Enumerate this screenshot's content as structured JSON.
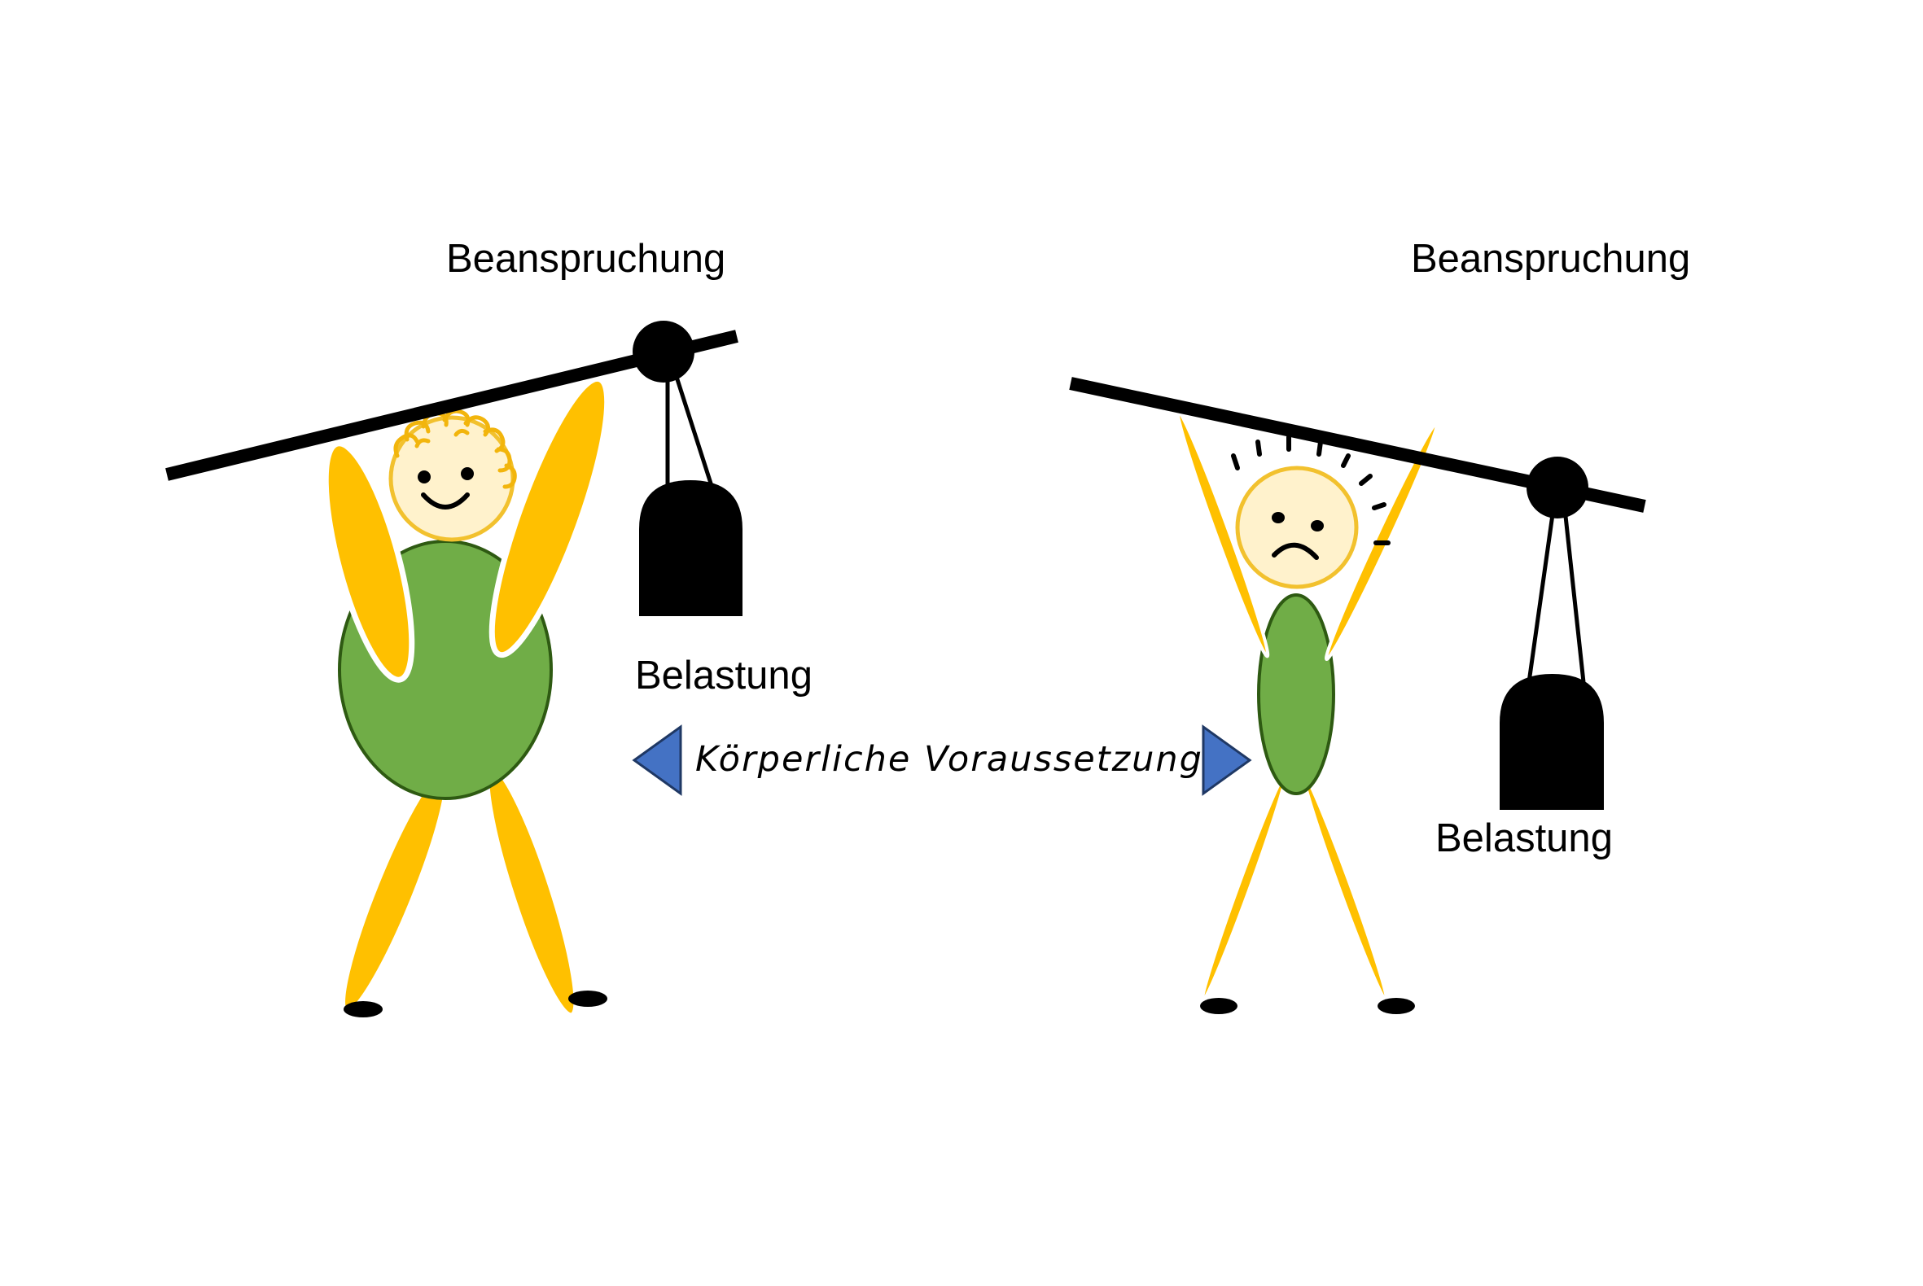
{
  "left_figure": {
    "top_label": "Beanspruchung",
    "load_label": "Belastung",
    "expression": "happy"
  },
  "right_figure": {
    "top_label": "Beanspruchung",
    "load_label": "Belastung",
    "expression": "sad"
  },
  "center": {
    "label": "Körperliche Voraussetzung"
  },
  "colors": {
    "limb": "#FFC000",
    "body": "#70AD47",
    "body_stroke": "#2E5A12",
    "head_fill": "#FFF2CC",
    "head_stroke": "#F2C12E",
    "hair": "#F2B50C",
    "arrow": "#4472C4",
    "arrow_stroke": "#1F3864",
    "ink": "#000000"
  }
}
